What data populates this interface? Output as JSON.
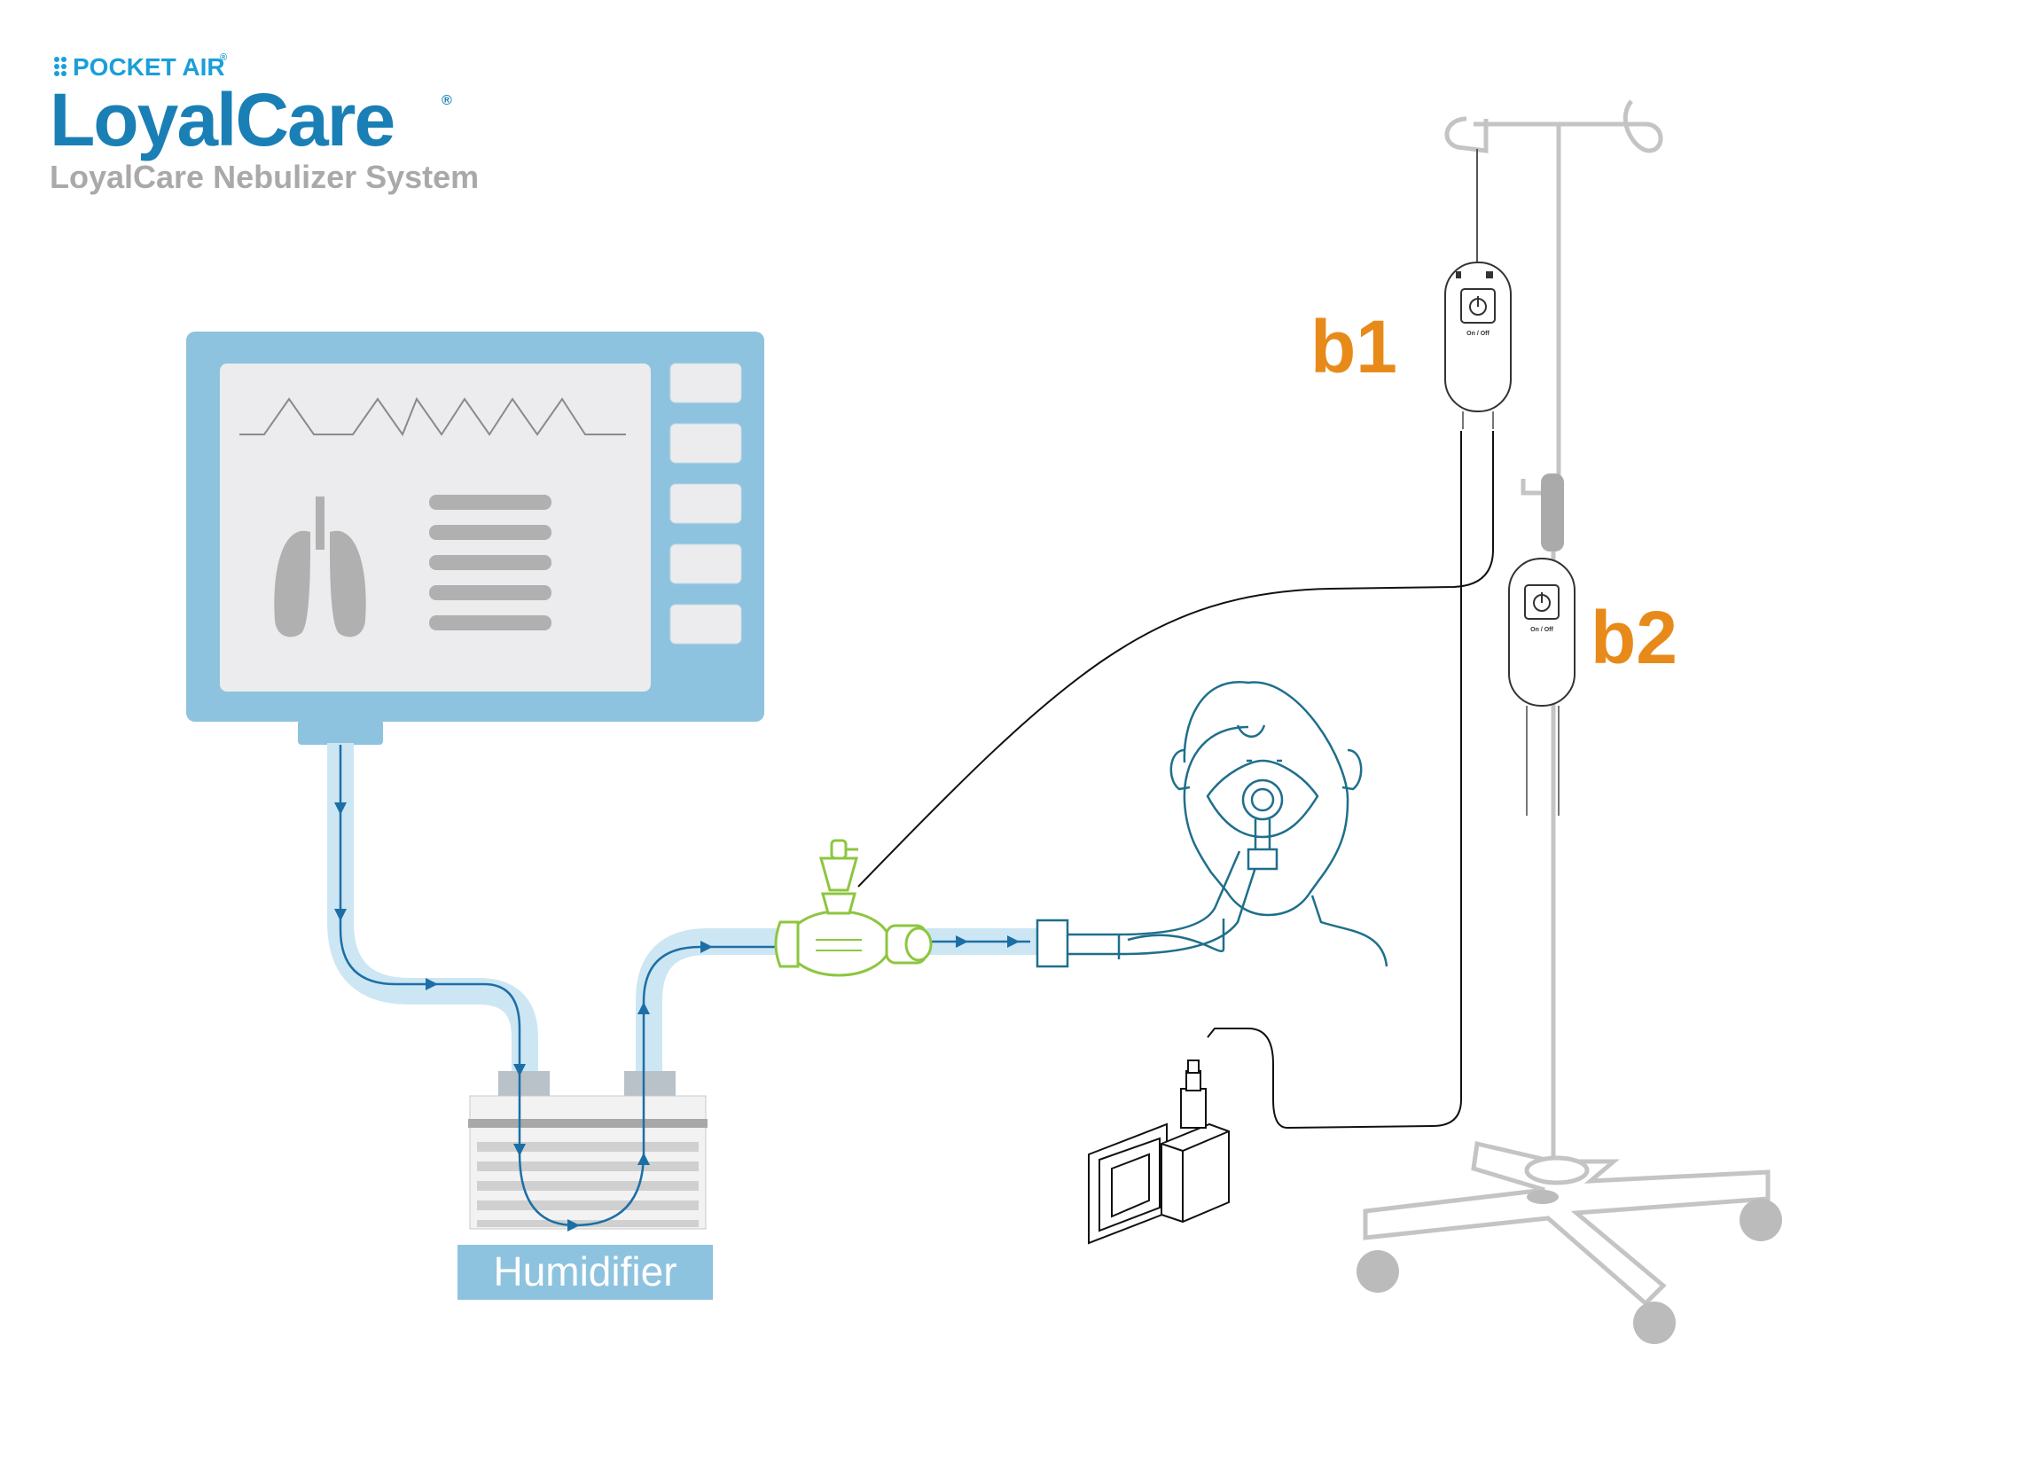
{
  "logo": {
    "top_brand": "POCKET AIR",
    "top_brand_mark": "®",
    "main_brand": "LoyalCare",
    "main_brand_mark": "®",
    "subtitle": "LoyalCare Nebulizer System"
  },
  "labels": {
    "humidifier": "Humidifier",
    "b1": "b1",
    "b2": "b2"
  },
  "controllers": {
    "on_off": "On / Off"
  },
  "colors": {
    "ventilator_blue": "#8dc3df",
    "screen_gray": "#ececee",
    "tube_light": "#cde6f4",
    "flow_arrow": "#1c6fa6",
    "nebulizer_green": "#8dc63f",
    "patient_outline": "#1f6f8b",
    "pole_gray": "#bdbdbd",
    "label_orange": "#e88a1a",
    "logo_green": "#8dc63f",
    "logo_blue": "#1a7fb5",
    "logo_gray": "#a9a9a9"
  },
  "icons": [
    "lungs-icon",
    "power-icon",
    "flow-arrow-icon",
    "usb-plug-icon",
    "wall-socket-icon"
  ]
}
